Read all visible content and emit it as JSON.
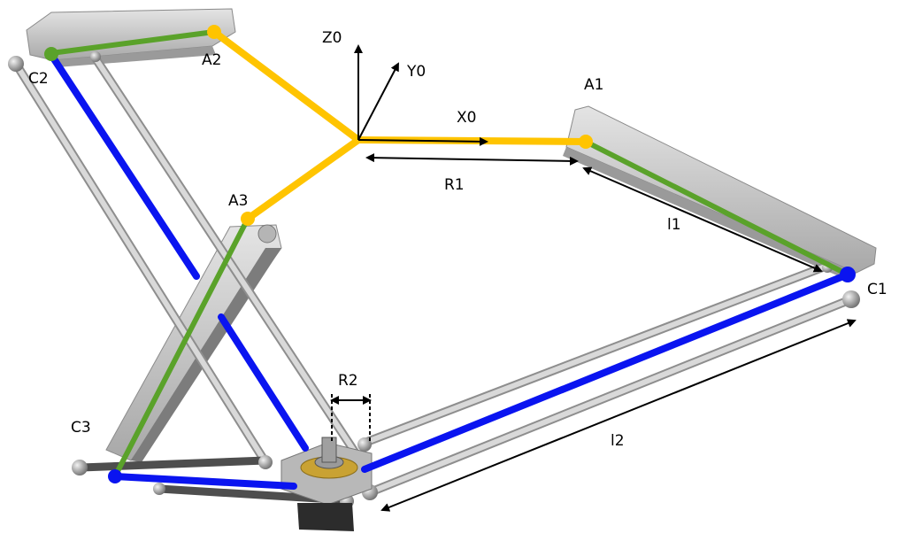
{
  "labels": {
    "z0": "Z0",
    "y0": "Y0",
    "x0": "X0",
    "a1": "A1",
    "a2": "A2",
    "a3": "A3",
    "c1": "C1",
    "c2": "C2",
    "c3": "C3",
    "r1": "R1",
    "r2": "R2",
    "l1": "l1",
    "l2": "l2"
  },
  "colors": {
    "base_link": "#ffc400",
    "upper_arm": "#5aa22a",
    "forearm": "#0a14f0",
    "rod": "#d4d4d4",
    "rod_edge": "#8e8e8e",
    "rail": "#c8c8c8",
    "rail_dark": "#8a8a8a",
    "joint_dark": "#777777",
    "platform": "#b8b8b8",
    "bearing": "#c9a233",
    "gripper": "#2c2c2c"
  }
}
